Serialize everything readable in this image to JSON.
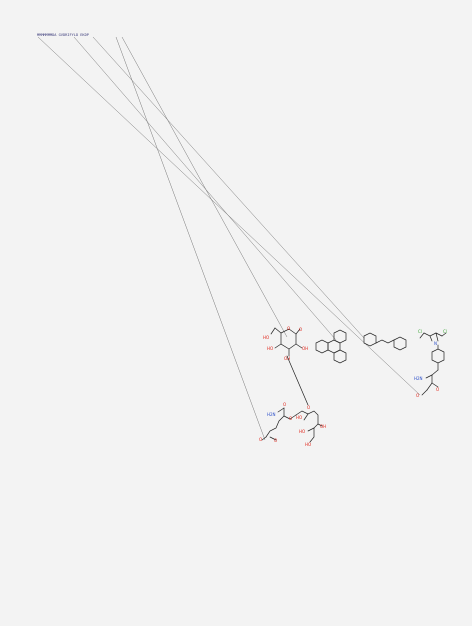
{
  "colors": {
    "background": "#f3f3f3",
    "bond": "#222222",
    "oxygen": "#e0281e",
    "nitrogen": "#2c4fc9",
    "chlorine": "#3aa334",
    "link_line": "#6a6a6a",
    "sequence_text": "#3a3a7a"
  },
  "sequence": {
    "text": "MMMMMMMDA GVDRIFYLD EKDP"
  },
  "atom_labels": {
    "O": "O",
    "OH": "OH",
    "HO": "HO",
    "H2N": "H2N",
    "Cl": "Cl",
    "N": "N"
  },
  "molecules": {
    "glucose": {
      "name": "glucose-structure"
    },
    "triphenylene": {
      "name": "triphenylene-structure"
    },
    "stilbene": {
      "name": "stilbene-structure"
    },
    "melphalan": {
      "name": "melphalan-structure"
    },
    "glutamate_ester": {
      "name": "glutamate-ester-structure"
    }
  }
}
